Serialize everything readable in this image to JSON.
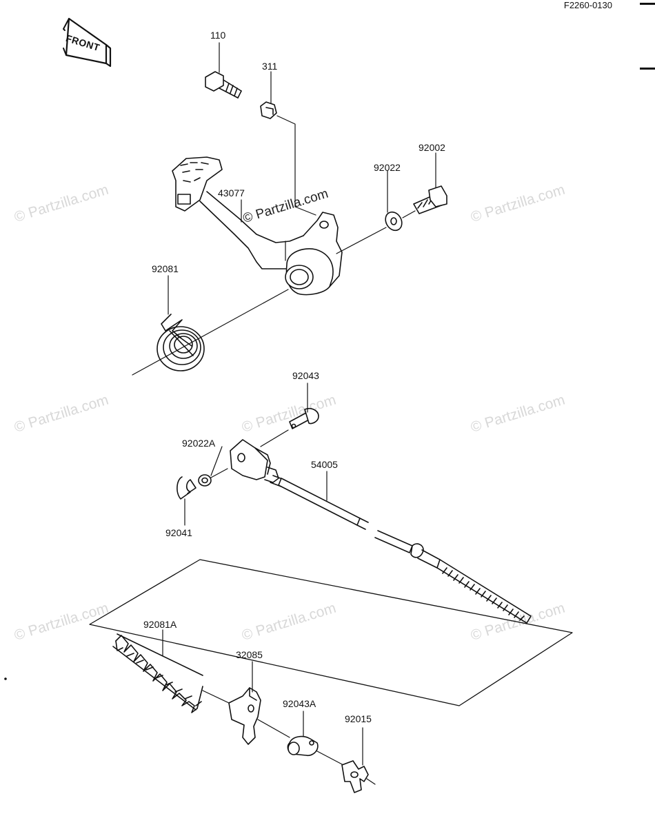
{
  "figure_code": "F2260-0130",
  "front_badge": "FRONT",
  "watermark": "© Partzilla.com",
  "parts": {
    "p110": "110",
    "p311": "311",
    "p92002": "92002",
    "p92022": "92022",
    "p43077": "43077",
    "p92081": "92081",
    "p92043": "92043",
    "p92022A": "92022A",
    "p54005": "54005",
    "p92041": "92041",
    "p92081A": "92081A",
    "p32085": "32085",
    "p92043A": "92043A",
    "p92015": "92015"
  }
}
